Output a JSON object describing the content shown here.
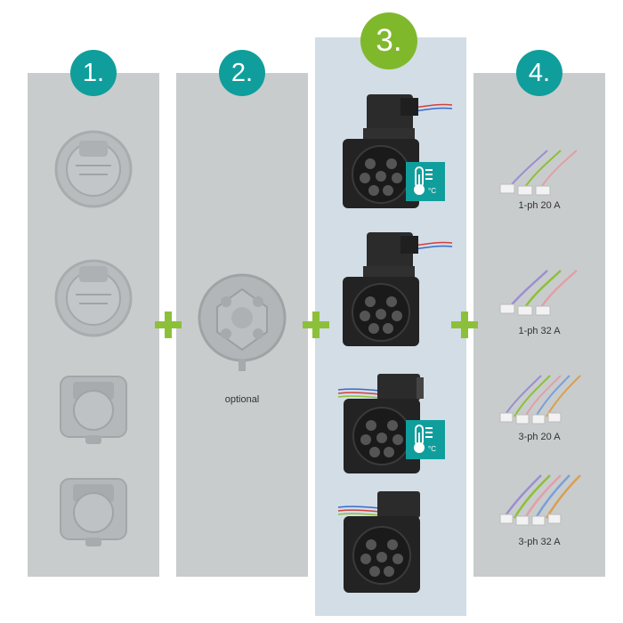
{
  "steps": {
    "step1": "1.",
    "step2": "2.",
    "step3": "3.",
    "step4": "4."
  },
  "labels": {
    "optional": "optional",
    "cable1": "1-ph 20 A",
    "cable2": "1-ph 32 A",
    "cable3": "3-ph 20 A",
    "cable4": "3-ph 32 A",
    "temp_unit": "°C"
  },
  "colors": {
    "badge_teal": "#109e9c",
    "badge_green": "#80b82c",
    "plus_green": "#8dc03a",
    "column_grey": "#c9cccd",
    "column_highlight": "#d2dde6"
  },
  "icons": [
    "thermometer-icon",
    "plus-icon"
  ]
}
